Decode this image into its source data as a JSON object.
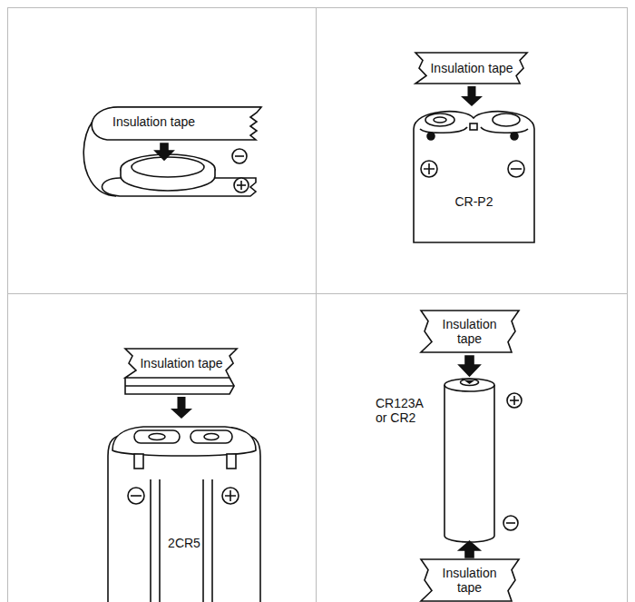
{
  "diagram": {
    "nodes": [
      {
        "text": [
          "Insulation tape"
        ]
      },
      {
        "text": [
          "Insulation tape"
        ]
      },
      {
        "text": [
          "CR-P2"
        ]
      },
      {
        "text": [
          "Insulation tape"
        ]
      },
      {
        "text": [
          "2CR5"
        ]
      },
      {
        "text": [
          "Insulation tape"
        ]
      },
      {
        "text": [
          "Insulation tape"
        ]
      }
    ],
    "edges": [
      {
        "from": 1,
        "to": 2,
        "arrow": "to"
      },
      {
        "from": 3,
        "to": 4,
        "arrow": "to"
      }
    ],
    "labels": [
      "CR123A or CR2"
    ]
  }
}
